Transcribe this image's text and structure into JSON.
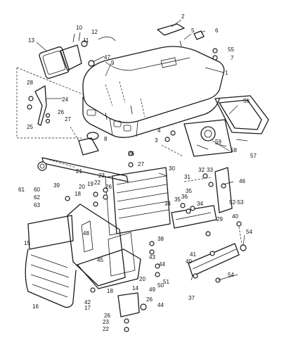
{
  "diagram": {
    "callouts": [
      {
        "id": "c1",
        "text": "1"
      },
      {
        "id": "c2",
        "text": "2"
      },
      {
        "id": "c3",
        "text": "3"
      },
      {
        "id": "c4",
        "text": "4"
      },
      {
        "id": "c5",
        "text": "5"
      },
      {
        "id": "c6",
        "text": "6"
      },
      {
        "id": "c7",
        "text": "7"
      },
      {
        "id": "c8",
        "text": "8"
      },
      {
        "id": "c9",
        "text": "9"
      },
      {
        "id": "c10",
        "text": "10"
      },
      {
        "id": "c11",
        "text": "11"
      },
      {
        "id": "c12",
        "text": "12"
      },
      {
        "id": "c13",
        "text": "13"
      },
      {
        "id": "c14",
        "text": "14"
      },
      {
        "id": "c15",
        "text": "15"
      },
      {
        "id": "c16",
        "text": "16"
      },
      {
        "id": "c17",
        "text": "17"
      },
      {
        "id": "c18a",
        "text": "18"
      },
      {
        "id": "c18b",
        "text": "18"
      },
      {
        "id": "c19",
        "text": "19"
      },
      {
        "id": "c20a",
        "text": "20"
      },
      {
        "id": "c20b",
        "text": "20"
      },
      {
        "id": "c21",
        "text": "21"
      },
      {
        "id": "c22a",
        "text": "22"
      },
      {
        "id": "c22b",
        "text": "22"
      },
      {
        "id": "c23a",
        "text": "23"
      },
      {
        "id": "c23b",
        "text": "23"
      },
      {
        "id": "c24",
        "text": "24"
      },
      {
        "id": "c25",
        "text": "25"
      },
      {
        "id": "c26a",
        "text": "26"
      },
      {
        "id": "c26b",
        "text": "26"
      },
      {
        "id": "c26c",
        "text": "26"
      },
      {
        "id": "c26d",
        "text": "26"
      },
      {
        "id": "c26e",
        "text": "26"
      },
      {
        "id": "c27a",
        "text": "27"
      },
      {
        "id": "c27b",
        "text": "27"
      },
      {
        "id": "c28",
        "text": "28"
      },
      {
        "id": "c29",
        "text": "29"
      },
      {
        "id": "c30",
        "text": "30"
      },
      {
        "id": "c31",
        "text": "31"
      },
      {
        "id": "c32",
        "text": "32"
      },
      {
        "id": "c33",
        "text": "33"
      },
      {
        "id": "c34a",
        "text": "34"
      },
      {
        "id": "c34b",
        "text": "34"
      },
      {
        "id": "c35a",
        "text": "35"
      },
      {
        "id": "c35b",
        "text": "35"
      },
      {
        "id": "c36",
        "text": "36"
      },
      {
        "id": "c37",
        "text": "37"
      },
      {
        "id": "c38",
        "text": "38"
      },
      {
        "id": "c39",
        "text": "39"
      },
      {
        "id": "c40a",
        "text": "40"
      },
      {
        "id": "c40b",
        "text": "40"
      },
      {
        "id": "c41",
        "text": "41"
      },
      {
        "id": "c42",
        "text": "42"
      },
      {
        "id": "c43",
        "text": "43"
      },
      {
        "id": "c44a",
        "text": "44"
      },
      {
        "id": "c44b",
        "text": "44"
      },
      {
        "id": "c45",
        "text": "45"
      },
      {
        "id": "c46",
        "text": "46"
      },
      {
        "id": "c47",
        "text": "47"
      },
      {
        "id": "c48",
        "text": "48"
      },
      {
        "id": "c49",
        "text": "49"
      },
      {
        "id": "c50",
        "text": "50"
      },
      {
        "id": "c51",
        "text": "51"
      },
      {
        "id": "c52",
        "text": "52-53"
      },
      {
        "id": "c54a",
        "text": "54"
      },
      {
        "id": "c54b",
        "text": "54"
      },
      {
        "id": "c55",
        "text": "55"
      },
      {
        "id": "c56",
        "text": "56"
      },
      {
        "id": "c57",
        "text": "57"
      },
      {
        "id": "c58",
        "text": "58"
      },
      {
        "id": "c59",
        "text": "59"
      },
      {
        "id": "c60",
        "text": "60"
      },
      {
        "id": "c61",
        "text": "61"
      },
      {
        "id": "c62",
        "text": "62"
      },
      {
        "id": "c63",
        "text": "63"
      }
    ]
  }
}
